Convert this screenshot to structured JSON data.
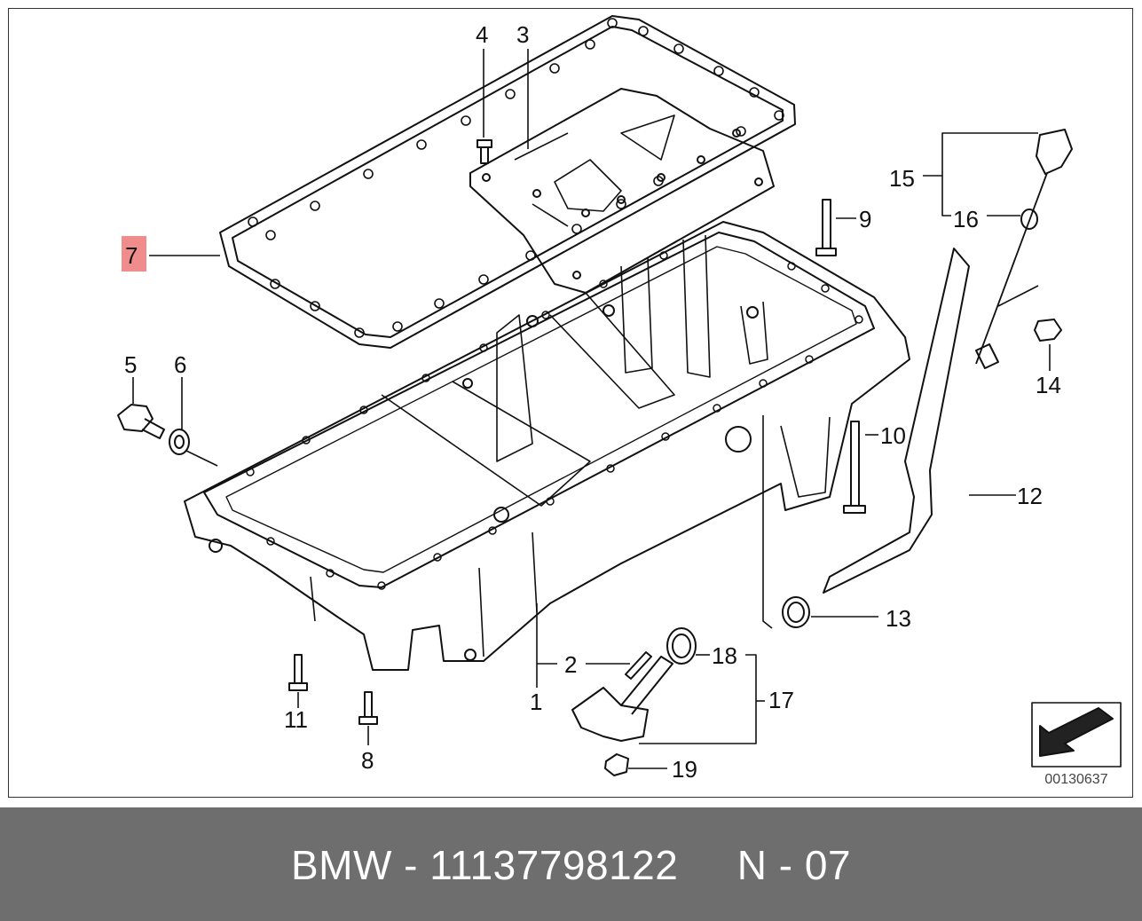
{
  "diagram": {
    "reference_code": "00130637",
    "highlighted_callout": "7",
    "highlight_color": "#f08c8c",
    "callouts": [
      "1",
      "2",
      "3",
      "4",
      "5",
      "6",
      "7",
      "8",
      "9",
      "10",
      "11",
      "12",
      "13",
      "14",
      "15",
      "16",
      "17",
      "18",
      "19"
    ]
  },
  "footer": {
    "brand": "BMW",
    "separator": "-",
    "part_number": "11137798122",
    "position_label": "N - 07",
    "background": "#6e6e6e"
  }
}
